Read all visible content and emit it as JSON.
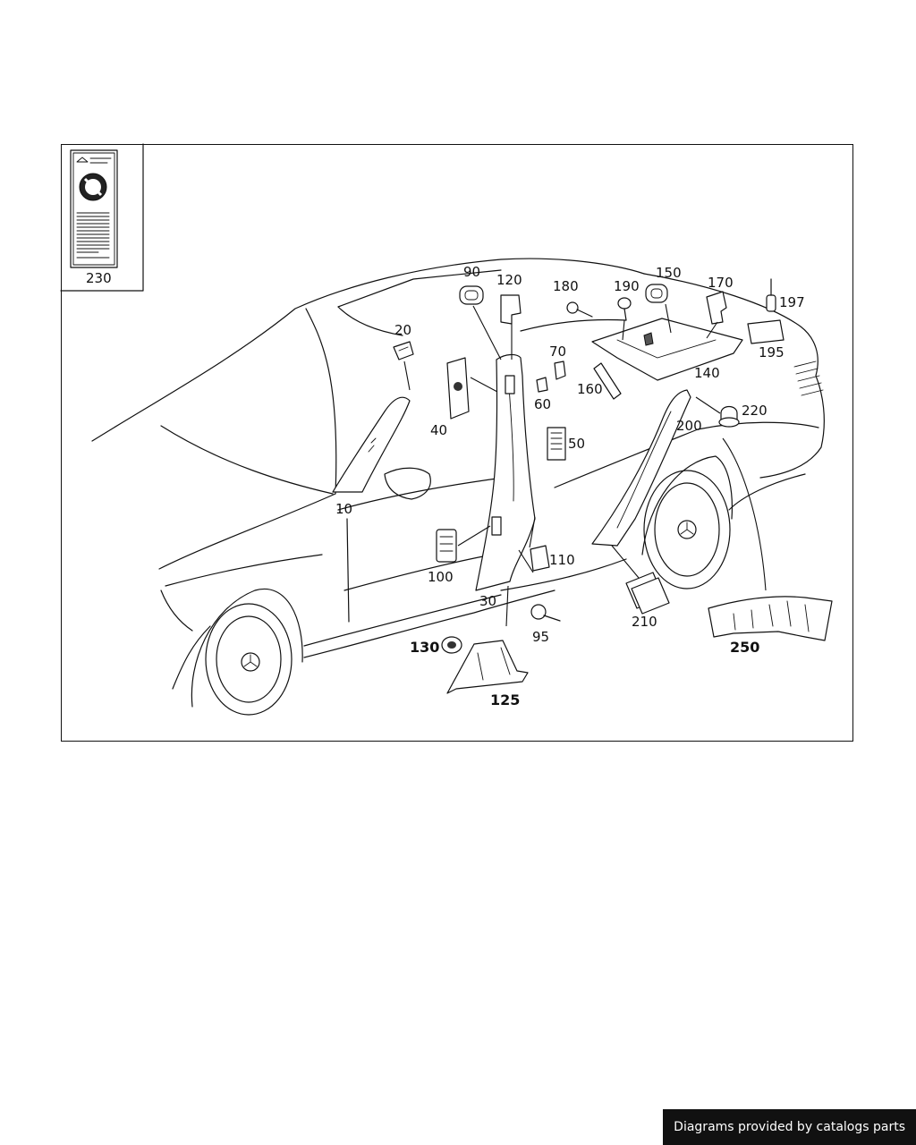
{
  "diagram": {
    "labels": {
      "p10": "10",
      "p20": "20",
      "p30": "30",
      "p40": "40",
      "p50": "50",
      "p60": "60",
      "p70": "70",
      "p90": "90",
      "p95": "95",
      "p100": "100",
      "p110": "110",
      "p120": "120",
      "p125": "125",
      "p130": "130",
      "p140": "140",
      "p150": "150",
      "p160": "160",
      "p170": "170",
      "p180": "180",
      "p190": "190",
      "p195": "195",
      "p197": "197",
      "p200": "200",
      "p210": "210",
      "p220": "220",
      "p230": "230",
      "p250": "250"
    }
  },
  "footer": {
    "credit": "Diagrams provided by catalogs parts"
  }
}
